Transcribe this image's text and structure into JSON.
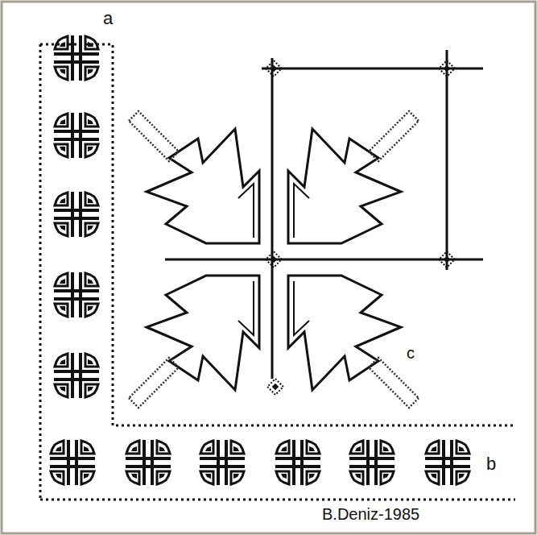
{
  "diagram": {
    "labels": [
      "a",
      "b",
      "c",
      "B.Deniz-1985"
    ]
  }
}
